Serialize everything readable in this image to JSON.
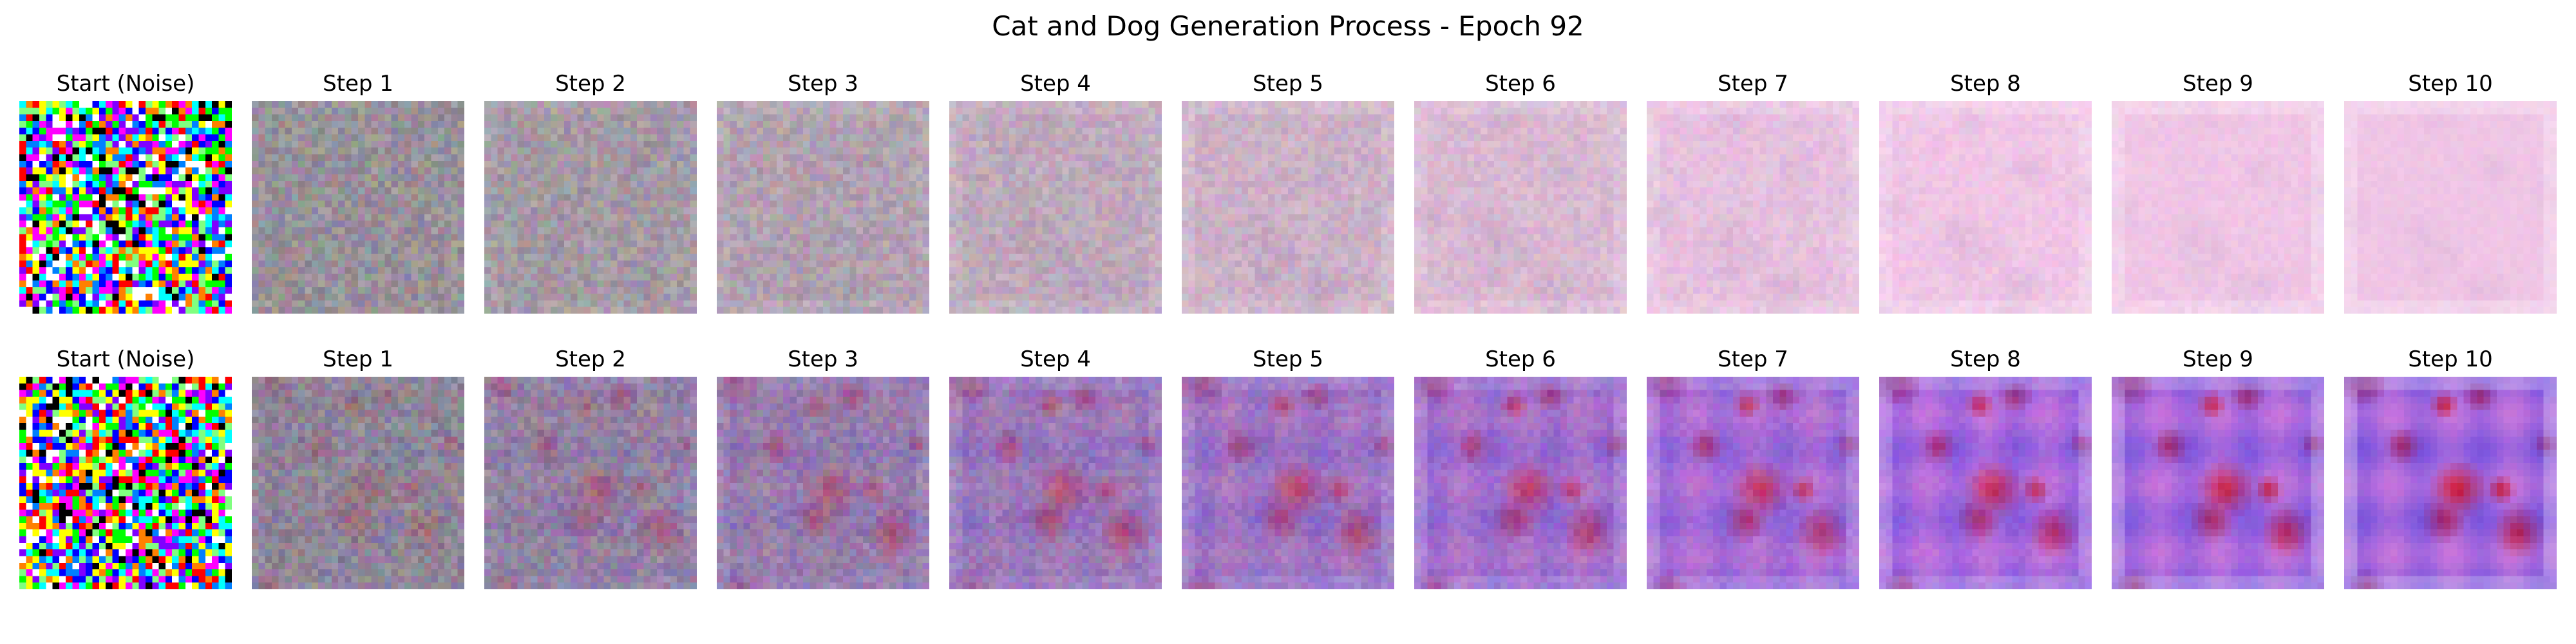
{
  "figure": {
    "title": "Cat and Dog Generation Process - Epoch 92"
  },
  "rows": [
    {
      "panels": [
        {
          "title": "Start (Noise)",
          "kind": "noise"
        },
        {
          "title": "Step 1",
          "step": 1
        },
        {
          "title": "Step 2",
          "step": 2
        },
        {
          "title": "Step 3",
          "step": 3
        },
        {
          "title": "Step 4",
          "step": 4
        },
        {
          "title": "Step 5",
          "step": 5
        },
        {
          "title": "Step 6",
          "step": 6
        },
        {
          "title": "Step 7",
          "step": 7
        },
        {
          "title": "Step 8",
          "step": 8
        },
        {
          "title": "Step 9",
          "step": 9
        },
        {
          "title": "Step 10",
          "step": 10
        }
      ],
      "tint_start": "#8a8a8c",
      "tint_end": "#f0c6e6",
      "blob_color": "#9a86b4"
    },
    {
      "panels": [
        {
          "title": "Start (Noise)",
          "kind": "noise"
        },
        {
          "title": "Step 1",
          "step": 1
        },
        {
          "title": "Step 2",
          "step": 2
        },
        {
          "title": "Step 3",
          "step": 3
        },
        {
          "title": "Step 4",
          "step": 4
        },
        {
          "title": "Step 5",
          "step": 5
        },
        {
          "title": "Step 6",
          "step": 6
        },
        {
          "title": "Step 7",
          "step": 7
        },
        {
          "title": "Step 8",
          "step": 8
        },
        {
          "title": "Step 9",
          "step": 9
        },
        {
          "title": "Step 10",
          "step": 10
        }
      ],
      "tint_start": "#8a8a8c",
      "tint_end": "#b46edc",
      "blob_color": "#c0102a",
      "accent_color": "#3a3ae0"
    }
  ]
}
